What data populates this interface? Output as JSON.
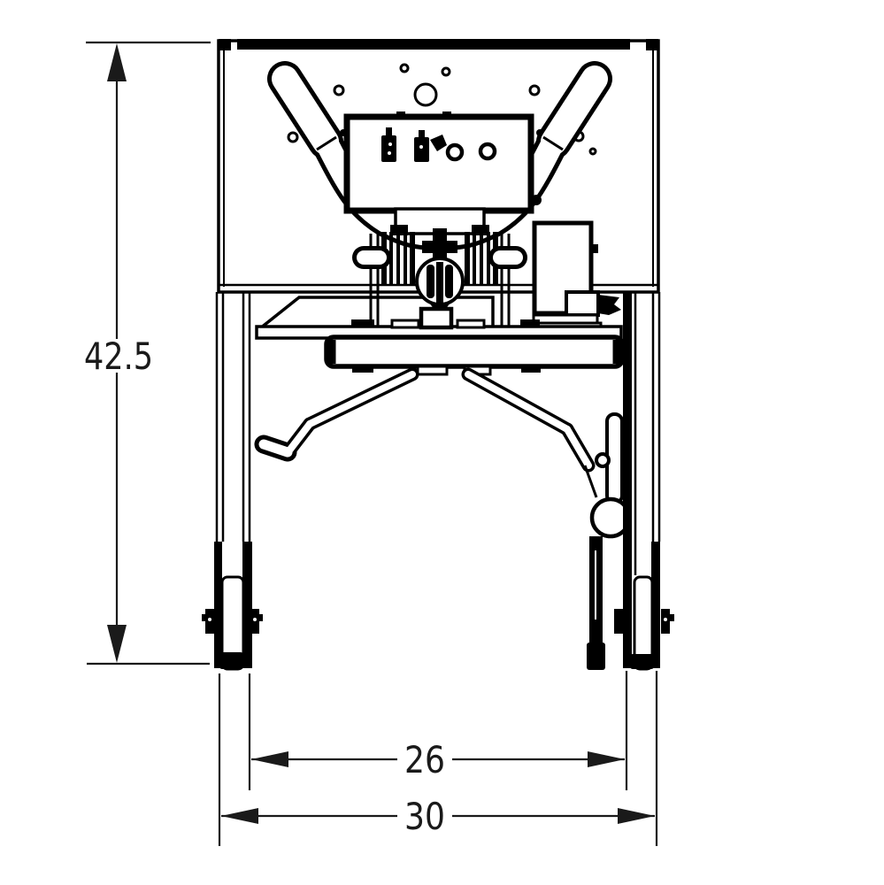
{
  "page": {
    "background": "#ffffff"
  },
  "diagram": {
    "type": "technical-dimension-drawing",
    "view": "front elevation line drawing of wheeled lifting equipment",
    "stroke_color": "#000000",
    "dimensions": {
      "height": {
        "value": "42.5",
        "orientation": "vertical",
        "position": "left"
      },
      "inner_width": {
        "value": "26",
        "orientation": "horizontal",
        "position": "bottom"
      },
      "overall_width": {
        "value": "30",
        "orientation": "horizontal",
        "position": "bottom"
      }
    },
    "label_plate": {
      "icons": [
        "bottle-icon",
        "bottle-pour-icon",
        "port-circle-icon",
        "port-circle-icon"
      ]
    }
  }
}
